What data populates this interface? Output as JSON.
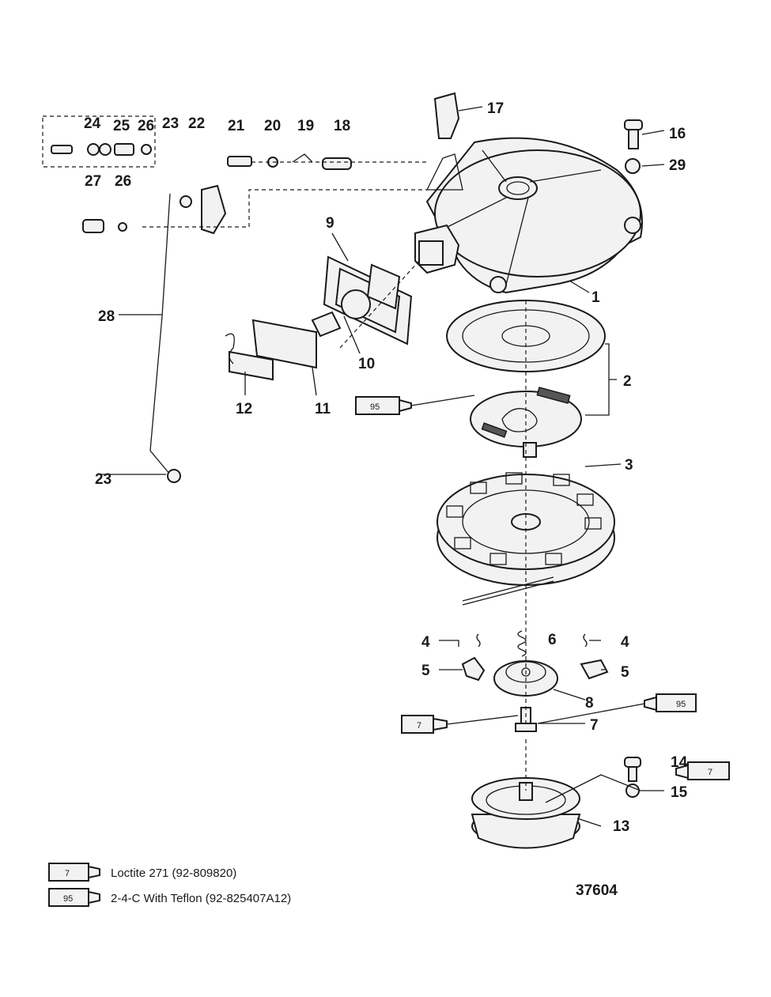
{
  "callouts": {
    "c1": "1",
    "c2": "2",
    "c3": "3",
    "c4a": "4",
    "c4b": "4",
    "c5a": "5",
    "c5b": "5",
    "c6": "6",
    "c7a": "7",
    "c8": "8",
    "c9": "9",
    "c10": "10",
    "c11": "11",
    "c12": "12",
    "c13": "13",
    "c14": "14",
    "c15": "15",
    "c16": "16",
    "c17": "17",
    "c18": "18",
    "c19": "19",
    "c20": "20",
    "c21": "21",
    "c22": "22",
    "c23a": "23",
    "c23b": "23",
    "c24": "24",
    "c25": "25",
    "c26a": "26",
    "c26b": "26",
    "c27": "27",
    "c28": "28",
    "c29": "29"
  },
  "tubes": {
    "t95a": "95",
    "t7a": "7",
    "t95b": "95",
    "t7b": "7"
  },
  "legend": {
    "item1_code": "7",
    "item1_text": "Loctite 271 (92-809820)",
    "item2_code": "95",
    "item2_text": "2-4-C  With Teflon (92-825407A12)"
  },
  "figure_number": "37604"
}
